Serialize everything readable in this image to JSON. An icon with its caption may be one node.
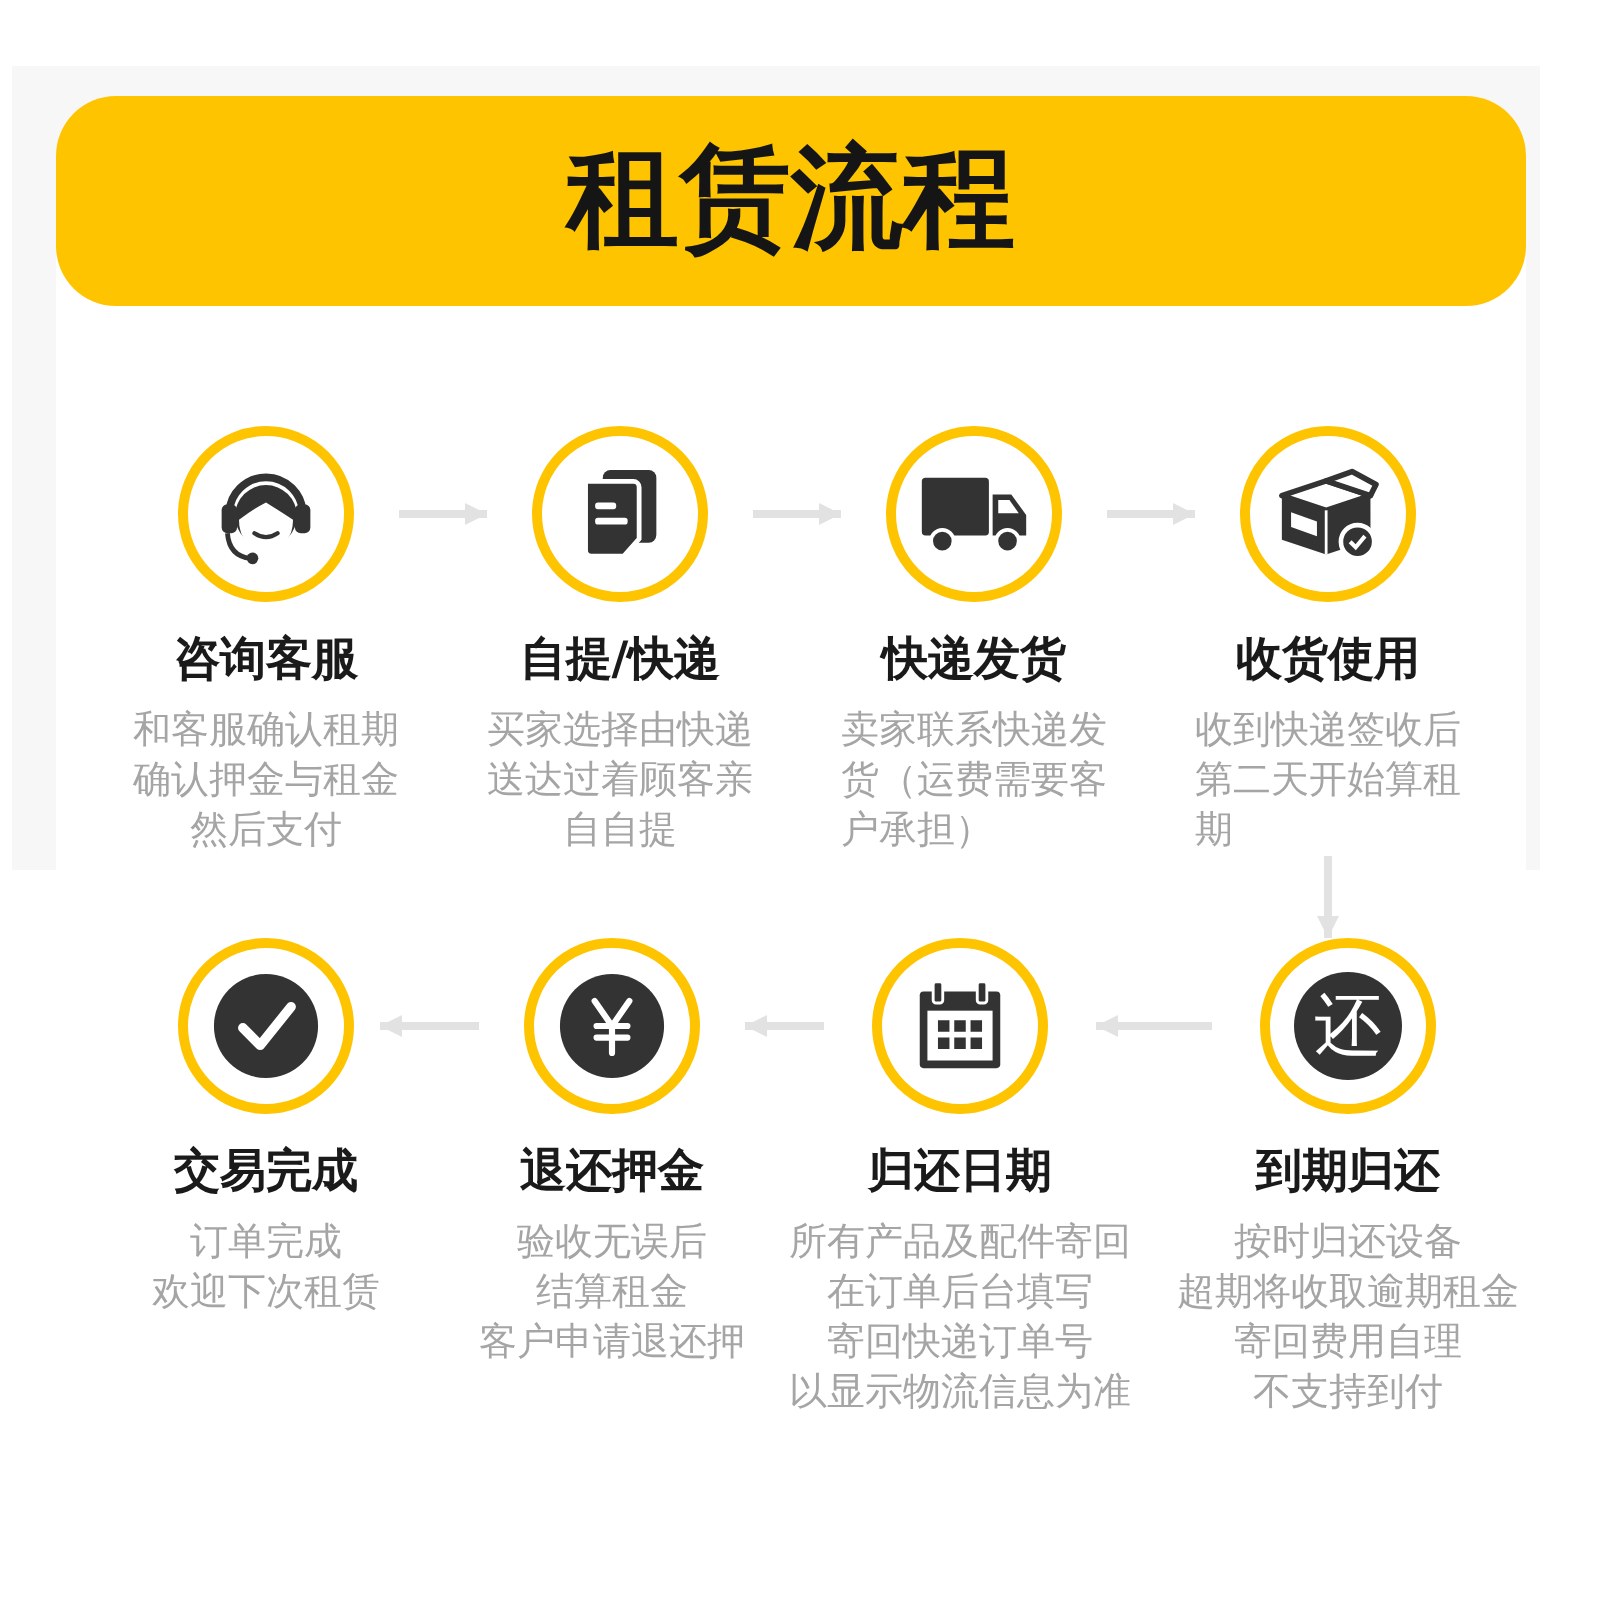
{
  "diagram": {
    "title": "租赁流程",
    "nodes": [
      {
        "text": [
          "咨询客服",
          "和客服确认租期确认押金与租金然后支付"
        ]
      },
      {
        "text": [
          "自提/快递",
          "买家选择由快递送达过着顾客亲自自提"
        ]
      },
      {
        "text": [
          "快递发货",
          "卖家联系快递发货（运费需要客户承担）"
        ]
      },
      {
        "text": [
          "收货使用",
          "收到快递签收后第二天开始算租期"
        ]
      },
      {
        "text": [
          "交易完成",
          "订单完成欢迎下次租赁"
        ]
      },
      {
        "text": [
          "退还押金",
          "验收无误后结算租金客户申请退还押"
        ]
      },
      {
        "text": [
          "归还日期",
          "所有产品及配件寄回在订单后台填写寄回快递订单号以显示物流信息为准"
        ]
      },
      {
        "text": [
          "还",
          "到期归还",
          "按时归还设备超期将收取逾期租金寄回费用自理不支持到付"
        ]
      }
    ],
    "edges": [
      {
        "from": 0,
        "to": 1,
        "arrow": "to"
      },
      {
        "from": 1,
        "to": 2,
        "arrow": "to"
      },
      {
        "from": 2,
        "to": 3,
        "arrow": "to"
      },
      {
        "from": 3,
        "to": 7,
        "arrow": "to"
      },
      {
        "from": 7,
        "to": 6,
        "arrow": "to"
      },
      {
        "from": 6,
        "to": 5,
        "arrow": "to"
      },
      {
        "from": 5,
        "to": 4,
        "arrow": "to"
      }
    ]
  }
}
